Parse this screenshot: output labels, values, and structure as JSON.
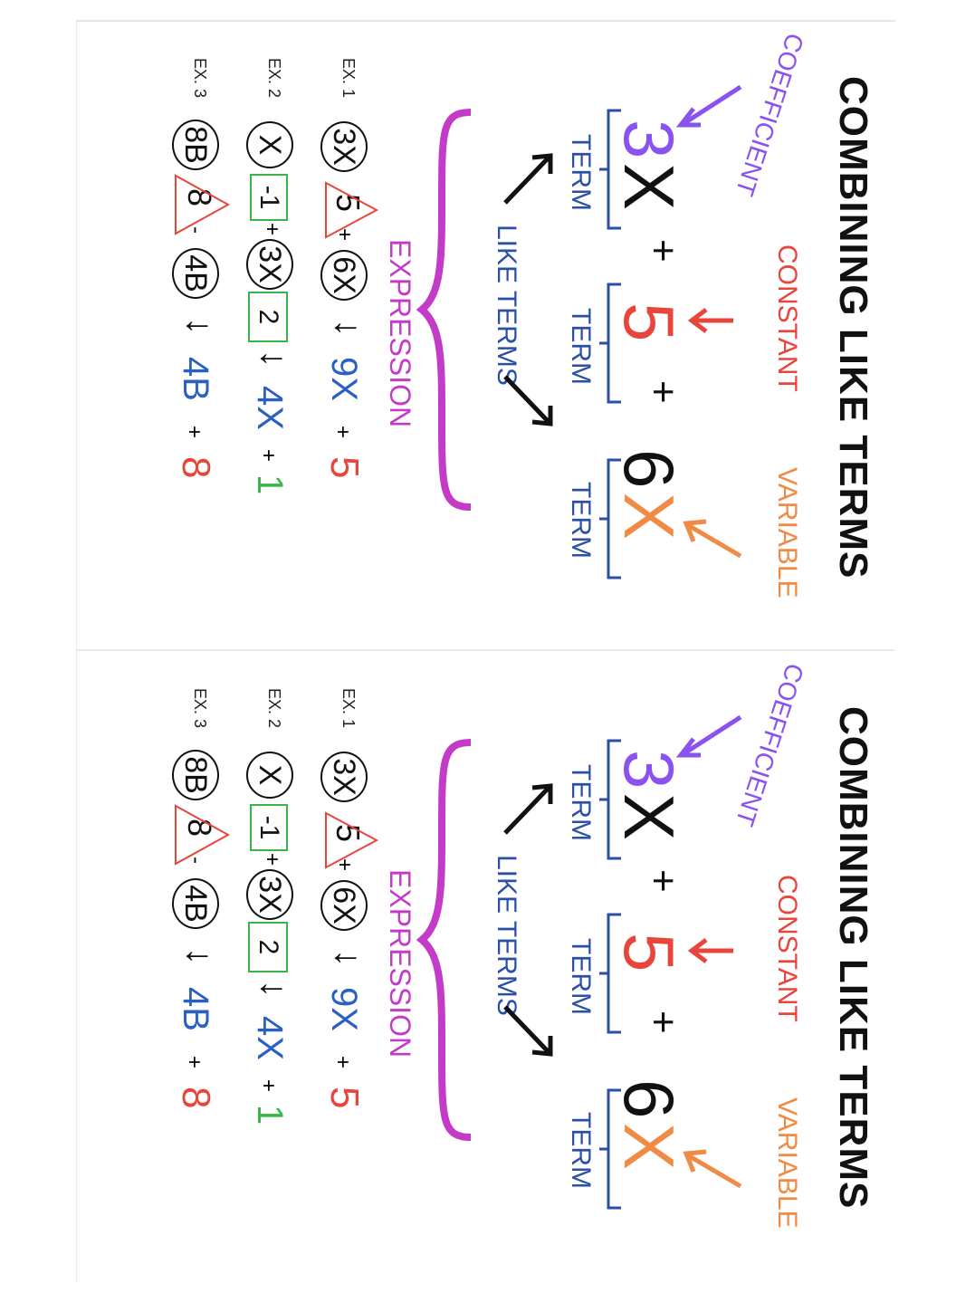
{
  "panels": [
    {
      "title": "COMBINING LIKE TERMS",
      "labels": {
        "coefficient": "COEFFICIENT",
        "constant": "CONSTANT",
        "variable": "VARIABLE",
        "term": "TERM",
        "like_terms": "LIKE TERMS",
        "expression": "EXPRESSION"
      },
      "expression": {
        "coef": "3",
        "var1": "X",
        "plus1": "+",
        "const": "5",
        "plus2": "+",
        "coef2": "6",
        "var2": "X"
      },
      "examples": [
        {
          "label": "EX. 1",
          "a": "3X",
          "op1": "+",
          "b": "5",
          "op2": "+",
          "c": "6X",
          "arrow": "↓",
          "ans_a": "9X",
          "ans_op": "+",
          "ans_b": "5"
        },
        {
          "label": "EX. 2",
          "a": "X",
          "op1": "",
          "b": "-1",
          "op2": "+",
          "c": "3X",
          "op3": "+",
          "d": "2",
          "arrow": "↓",
          "ans_a": "4X",
          "ans_op": "+",
          "ans_b": "1"
        },
        {
          "label": "EX. 3",
          "a": "8B",
          "op1": "+",
          "b": "8",
          "op2": "-",
          "c": "4B",
          "arrow": "↓",
          "ans_a": "4B",
          "ans_op": "+",
          "ans_b": "8"
        }
      ]
    },
    {
      "title": "COMBINING LIKE TERMS",
      "labels": {
        "coefficient": "COEFFICIENT",
        "constant": "CONSTANT",
        "variable": "VARIABLE",
        "term": "TERM",
        "like_terms": "LIKE TERMS",
        "expression": "EXPRESSION"
      },
      "expression": {
        "coef": "3",
        "var1": "X",
        "plus1": "+",
        "const": "5",
        "plus2": "+",
        "coef2": "6",
        "var2": "X"
      },
      "examples": [
        {
          "label": "EX. 1",
          "a": "3X",
          "op1": "+",
          "b": "5",
          "op2": "+",
          "c": "6X",
          "arrow": "↓",
          "ans_a": "9X",
          "ans_op": "+",
          "ans_b": "5"
        },
        {
          "label": "EX. 2",
          "a": "X",
          "op1": "",
          "b": "-1",
          "op2": "+",
          "c": "3X",
          "op3": "+",
          "d": "2",
          "arrow": "↓",
          "ans_a": "4X",
          "ans_op": "+",
          "ans_b": "1"
        },
        {
          "label": "EX. 3",
          "a": "8B",
          "op1": "+",
          "b": "8",
          "op2": "-",
          "c": "4B",
          "arrow": "↓",
          "ans_a": "4B",
          "ans_op": "+",
          "ans_b": "8"
        }
      ]
    }
  ],
  "colors": {
    "coefficient": "#8a52f0",
    "constant": "#e8463b",
    "variable": "#f08a44",
    "term": "#2a4fa8",
    "expression": "#c43bc8",
    "answer_blue": "#2a5fc4",
    "answer_green": "#3ab54a",
    "constant_box": "#3ab54a"
  }
}
